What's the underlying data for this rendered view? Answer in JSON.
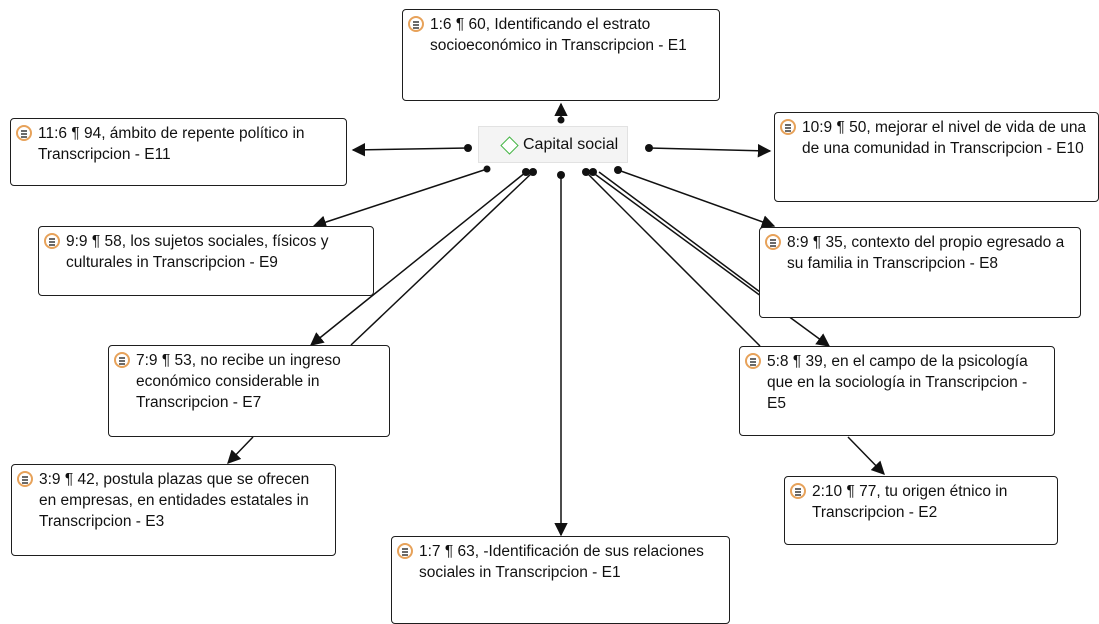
{
  "code_node": {
    "label": "Capital social",
    "icon": "code-diamond-icon",
    "icon_color": "#45b545"
  },
  "quotations": [
    {
      "id": "q-1-6",
      "text": "1:6 ¶ 60, Identificando el estrato socioeconómico in Transcripcion - E1"
    },
    {
      "id": "q-11-6",
      "text": "11:6 ¶ 94, ámbito de repente político in Transcripcion - E11"
    },
    {
      "id": "q-10-9",
      "text": "10:9 ¶ 50, mejorar el nivel de vida de una de una comunidad in Transcripcion - E10"
    },
    {
      "id": "q-9-9",
      "text": "9:9 ¶ 58, los sujetos sociales, físicos y culturales in Transcripcion - E9"
    },
    {
      "id": "q-8-9",
      "text": "8:9 ¶ 35, contexto del propio egresado a su familia in Transcripcion - E8"
    },
    {
      "id": "q-7-9",
      "text": "7:9 ¶ 53, no recibe un ingreso económico considerable in Transcripcion - E7"
    },
    {
      "id": "q-5-8",
      "text": "5:8 ¶ 39, en el campo de la psicología que en la sociología in Transcripcion - E5"
    },
    {
      "id": "q-3-9",
      "text": "3:9 ¶ 42, postula plazas que se ofrecen en empresas, en entidades estatales in Transcripcion - E3"
    },
    {
      "id": "q-2-10",
      "text": "2:10 ¶ 77, tu origen étnico in Transcripcion - E2"
    },
    {
      "id": "q-1-7",
      "text": "1:7 ¶ 63, -Identificación de sus relaciones sociales in Transcripcion - E1"
    }
  ],
  "colors": {
    "quotation_icon": "#e7a25a",
    "edge": "#111111"
  }
}
